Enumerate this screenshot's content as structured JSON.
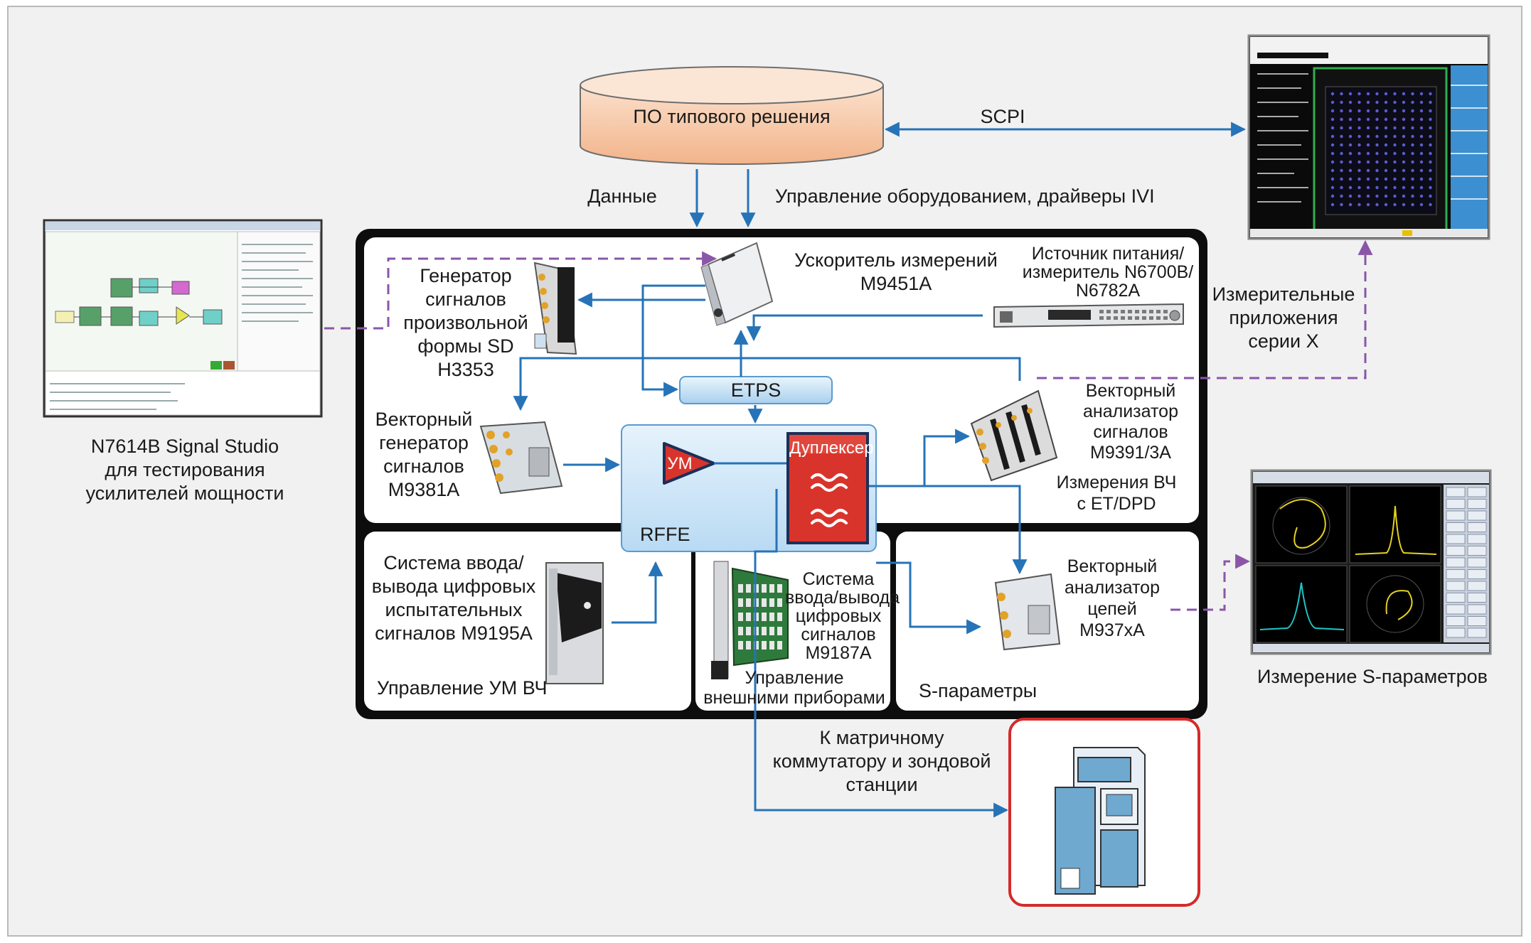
{
  "colors": {
    "connection_blue": "#2673b8",
    "dashed_purple": "#8a56a8",
    "db_fill": "#f6c9a6",
    "rffe_fill": "#cfe6f8",
    "duplexer_red": "#d9342b",
    "probe_border": "#d42a2a"
  },
  "software": {
    "label": "ПО типового решения",
    "scpi_label": "SCPI",
    "data_label": "Данные",
    "control_label": "Управление оборудованием, драйверы IVI"
  },
  "signal_studio": {
    "label_line1": "N7614B Signal Studio",
    "label_line2": "для тестирования",
    "label_line3": "усилителей мощности"
  },
  "x_series": {
    "line1": "Измерительные",
    "line2": "приложения",
    "line3": "серии X"
  },
  "s_param_screen": {
    "label": "Измерение S-параметров"
  },
  "instruments": {
    "awg": {
      "l1": "Генератор",
      "l2": "сигналов",
      "l3": "произвольной",
      "l4": "формы SD",
      "l5": "H3353"
    },
    "accelerator": {
      "l1": "Ускоритель измерений",
      "l2": "M9451A"
    },
    "power_supply": {
      "l1": "Источник питания/",
      "l2": "измеритель N6700B/",
      "l3": "N6782A"
    },
    "etps": "ETPS",
    "vsg": {
      "l1": "Векторный",
      "l2": "генератор",
      "l3": "сигналов",
      "l4": "M9381A"
    },
    "pa": "УМ",
    "duplexer": "Дуплексер",
    "rffe": "RFFE",
    "vsa": {
      "l1": "Векторный",
      "l2": "анализатор",
      "l3": "сигналов",
      "l4": "M9391/3A"
    },
    "rf_meas": {
      "l1": "Измерения ВЧ",
      "l2": "с ET/DPD"
    },
    "dio1": {
      "l1": "Система ввода/",
      "l2": "вывода цифровых",
      "l3": "испытательных",
      "l4": "сигналов M9195A"
    },
    "pa_control": "Управление УМ ВЧ",
    "dio2": {
      "l1": "Система",
      "l2": "ввода/вывода",
      "l3": "цифровых",
      "l4": "сигналов",
      "l5": "M9187A"
    },
    "ext_control": {
      "l1": "Управление",
      "l2": "внешними приборами"
    },
    "vna": {
      "l1": "Векторный",
      "l2": "анализатор",
      "l3": "цепей",
      "l4": "M937xA"
    },
    "s_params": "S-параметры"
  },
  "probe_station": {
    "l1": "К матричному",
    "l2": "коммутатору и зондовой",
    "l3": "станции"
  }
}
